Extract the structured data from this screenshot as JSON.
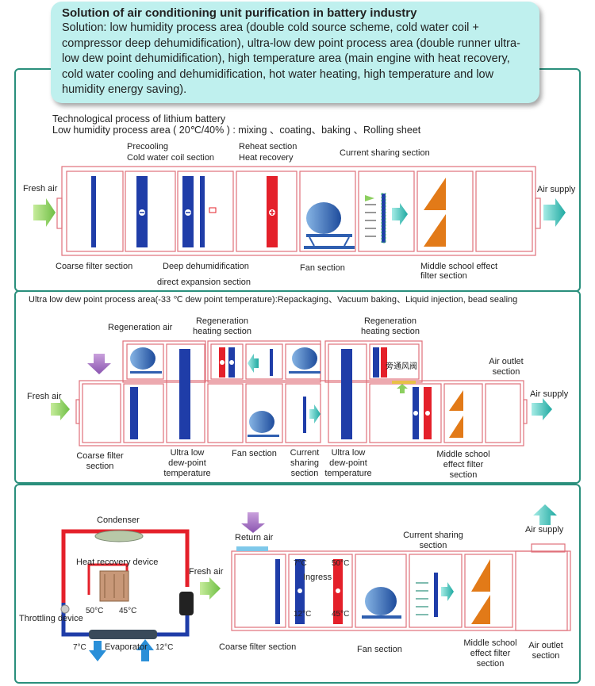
{
  "callout": {
    "title": "Solution of air conditioning unit purification in battery industry",
    "description": "Solution: low humidity process area (double cold source scheme, cold water coil + compressor deep dehumidification), ultra-low dew point process area (double runner ultra-low dew point dehumidification), high temperature area (main engine with heat recovery, cold water cooling and dehumidification, hot water heating, high temperature and low humidity energy saving)."
  },
  "panel1": {
    "heading1": "Technological process of lithium battery",
    "heading2": "Low humidity process area ( 20℃/40% ) : mixing 、coating、baking 、Rolling sheet",
    "labels": {
      "precooling": "Precooling",
      "cold_water_coil": "Cold water coil section",
      "reheat": "Reheat section",
      "heat_recovery": "Heat recovery",
      "current_sharing": "Current sharing section",
      "fresh_air": "Fresh air",
      "air_supply": "Air supply",
      "coarse_filter": "Coarse filter section",
      "deep_dehum": "Deep dehumidification",
      "direct_expansion": "direct expansion section",
      "fan_section": "Fan section",
      "middle_effect": "Middle school effect",
      "filter_section": "filter section"
    }
  },
  "panel2": {
    "heading": "Ultra low dew point process area(-33 ℃ dew point temperature):Repackaging、Vacuum baking、Liquid injection, bead sealing",
    "labels": {
      "regeneration_air": "Regeneration air",
      "regen_heating_1a": "Regeneration",
      "regen_heating_1b": "heating section",
      "regen_heating_2a": "Regeneration",
      "regen_heating_2b": "heating section",
      "bypass_valve": "旁通风阀",
      "air_outlet_a": "Air outlet",
      "air_outlet_b": "section",
      "fresh_air": "Fresh air",
      "air_supply": "Air supply",
      "coarse_a": "Coarse filter",
      "coarse_b": "section",
      "ultra1_a": "Ultra low",
      "ultra1_b": "dew-point",
      "ultra1_c": "temperature",
      "fan_section": "Fan section",
      "cs_a": "Current",
      "cs_b": "sharing",
      "cs_c": "section",
      "ultra2_a": "Ultra low",
      "ultra2_b": "dew-point",
      "ultra2_c": "temperature",
      "mid_a": "Middle school",
      "mid_b": "effect filter",
      "mid_c": "section"
    }
  },
  "panel3": {
    "labels": {
      "condenser": "Condenser",
      "heat_recovery_device": "Heat recovery device",
      "t50": "50°C",
      "t45": "45°C",
      "throttling": "Throttling device",
      "evaporator": "Evaporator",
      "t7": "7°C",
      "t12": "12°C",
      "return_air": "Return air",
      "fresh_air": "Fresh air",
      "coil_7": "7°C",
      "coil_50": "50°C",
      "ingress": "Ingress",
      "coil_12": "12°C",
      "coil_45": "45°C",
      "current_a": "Current sharing",
      "current_b": "section",
      "air_supply": "Air supply",
      "coarse": "Coarse filter section",
      "fan_section": "Fan section",
      "mid_a": "Middle school",
      "mid_b": "effect filter",
      "mid_c": "section",
      "outlet_a": "Air outlet",
      "outlet_b": "section"
    }
  },
  "colors": {
    "frame": "#2a8f7c",
    "callout_bg": "#bff0ee",
    "unit_border": "#e0707a",
    "coil_blue": "#1f3da8",
    "coil_red": "#e4202a",
    "arrow_green": "#8ccf5f",
    "arrow_teal": "#3bbdb6",
    "arrow_purple": "#a070c0",
    "filter_orange": "#e27a18",
    "fan_blue": "#2f5fb0"
  }
}
